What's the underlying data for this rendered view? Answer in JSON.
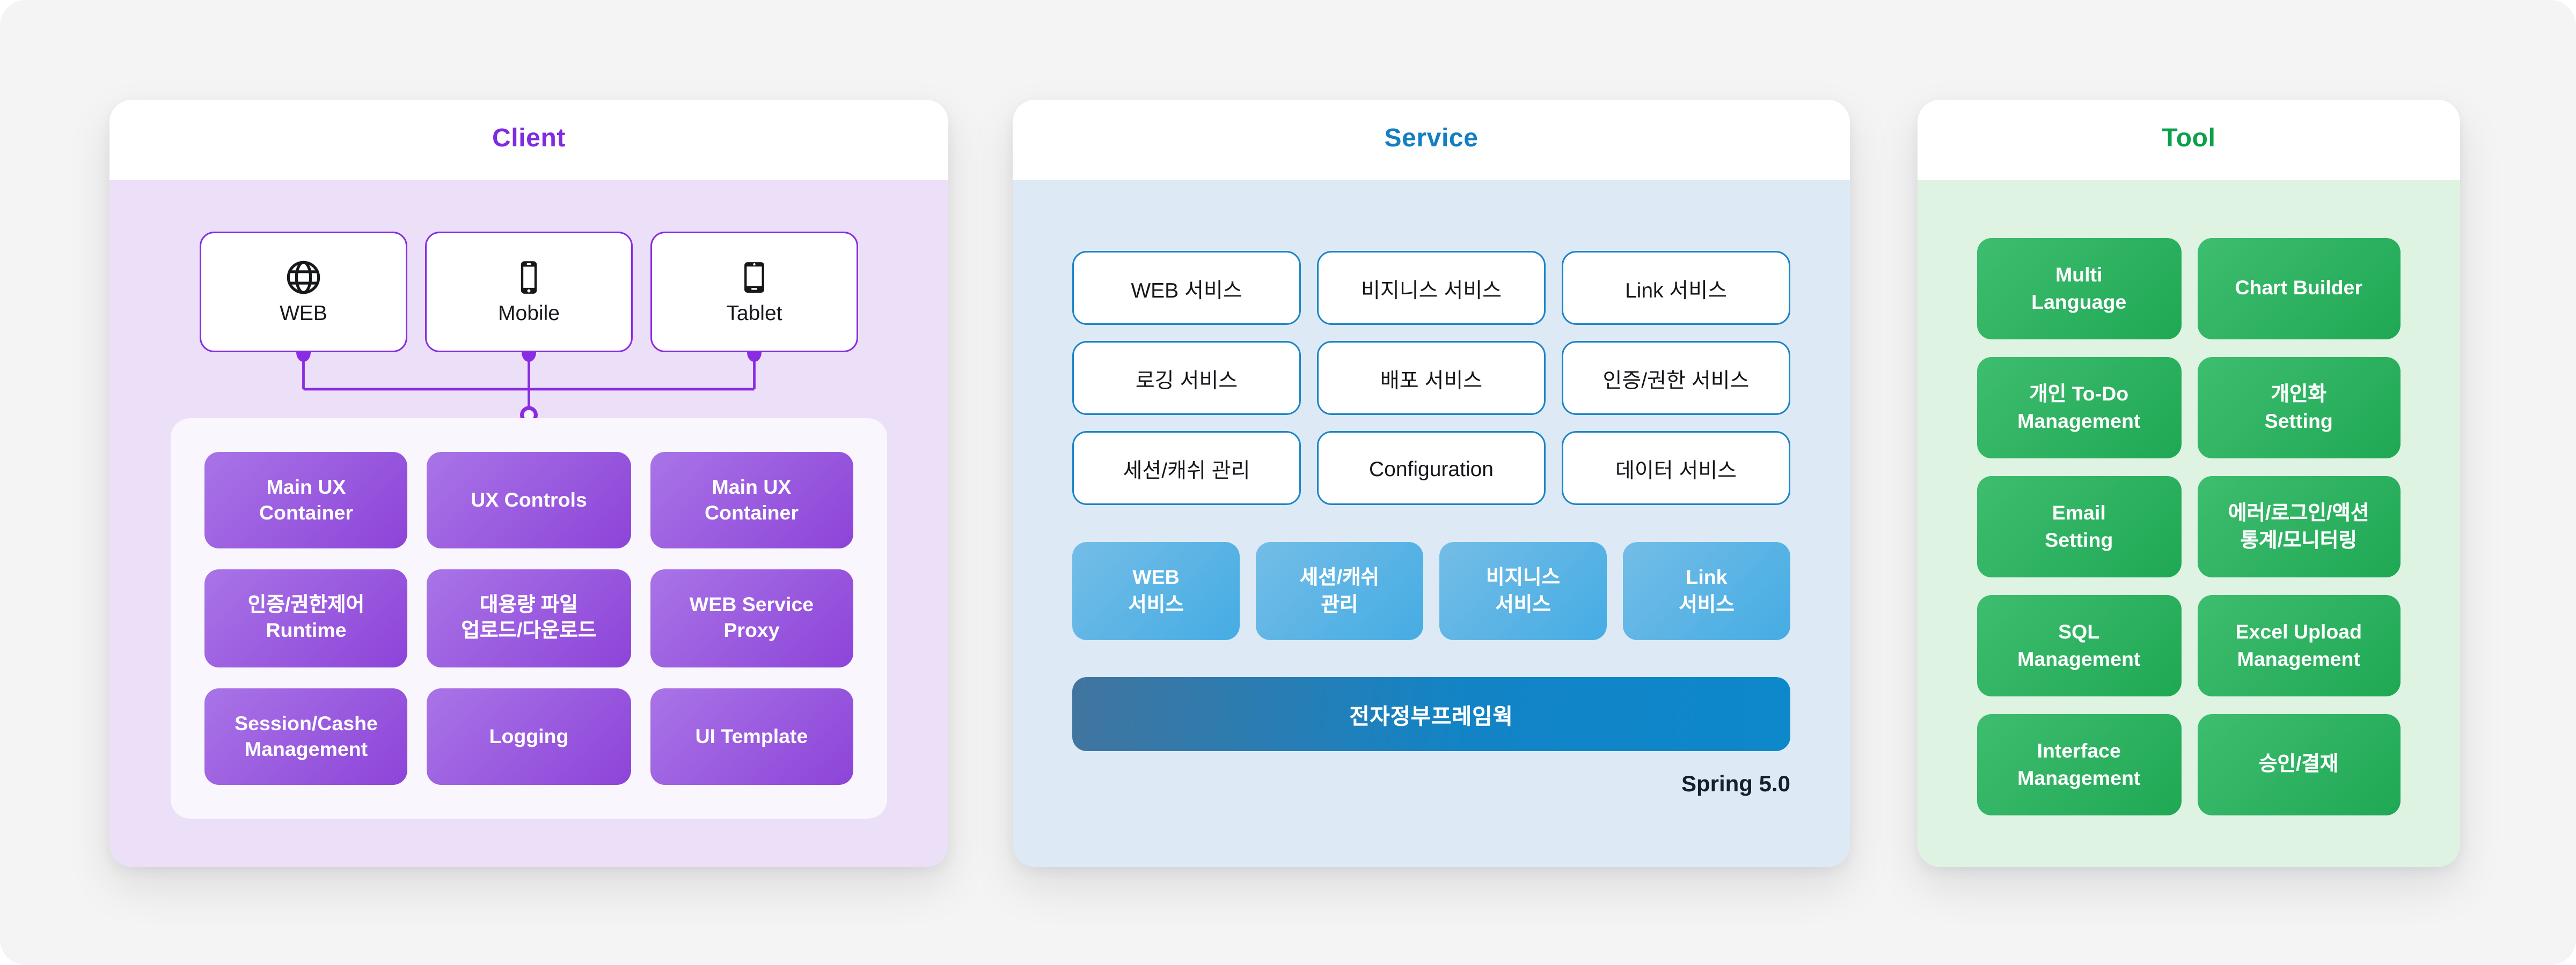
{
  "panels": {
    "client": {
      "title": "Client",
      "accent_color": "#7f2be0",
      "devices": [
        {
          "label": "WEB",
          "icon": "globe-icon"
        },
        {
          "label": "Mobile",
          "icon": "smartphone-icon"
        },
        {
          "label": "Tablet",
          "icon": "tablet-icon"
        }
      ],
      "modules": [
        "Main UX\nContainer",
        "UX Controls",
        "Main UX\nContainer",
        "인증/권한제어\nRuntime",
        "대용량 파일\n업로드/다운로드",
        "WEB Service\nProxy",
        "Session/Cashe\nManagement",
        "Logging",
        "UI Template"
      ]
    },
    "service": {
      "title": "Service",
      "accent_color": "#137fc2",
      "service_boxes": [
        "WEB 서비스",
        "비지니스 서비스",
        "Link 서비스",
        "로깅 서비스",
        "배포 서비스",
        "인증/권한 서비스",
        "세션/캐쉬 관리",
        "Configuration",
        "데이터 서비스"
      ],
      "runtime_boxes": [
        "WEB\n서비스",
        "세션/캐쉬\n관리",
        "비지니스\n서비스",
        "Link\n서비스"
      ],
      "framework_bar": "전자정부프레임웍",
      "framework_version": "Spring 5.0"
    },
    "tool": {
      "title": "Tool",
      "accent_color": "#0aa14a",
      "tools": [
        "Multi\nLanguage",
        "Chart Builder",
        "개인 To-Do\nManagement",
        "개인화\nSetting",
        "Email\nSetting",
        "에러/로그인/액션\n통계/모니터링",
        "SQL\nManagement",
        "Excel Upload\nManagement",
        "Interface\nManagement",
        "승인/결재"
      ]
    }
  },
  "colors": {
    "canvas_background": "#f4f4f4",
    "client_panel_background": "#ecdff8",
    "client_inner_background": "#f9f6fd",
    "client_connector": "#8b2be2",
    "client_module_gradient": [
      "#a974e7",
      "#8d44d8"
    ],
    "service_panel_background": "#ddeaf6",
    "service_box_border": "#1c84c6",
    "service_runtime_gradient": [
      "#74bde7",
      "#45ace3"
    ],
    "framework_bar_gradient": [
      "#41759f",
      "#0d88cb"
    ],
    "tool_panel_background": "#def3e2",
    "tool_box_gradient": [
      "#3ebd6f",
      "#1fa854"
    ]
  }
}
